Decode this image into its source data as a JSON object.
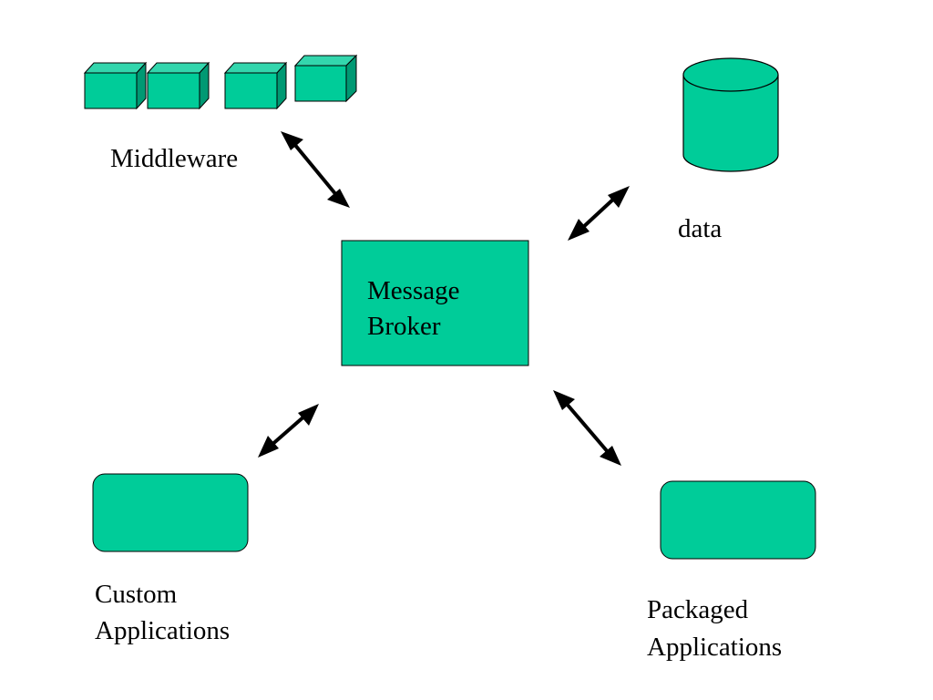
{
  "colors": {
    "fill": "#00cc99",
    "fill_light": "#33d6ad",
    "fill_dark": "#009973",
    "stroke": "#000000",
    "arrow": "#000000"
  },
  "nodes": {
    "broker": {
      "label_line1": "Message",
      "label_line2": "Broker"
    },
    "middleware": {
      "label": "Middleware",
      "icon": "cubes-icon"
    },
    "data": {
      "label": "data",
      "icon": "database-cylinder-icon"
    },
    "custom": {
      "label_line1": "Custom",
      "label_line2": "Applications"
    },
    "packaged": {
      "label_line1": "Packaged",
      "label_line2": "Applications"
    }
  },
  "edges": [
    {
      "from": "middleware",
      "to": "broker",
      "direction": "bidirectional"
    },
    {
      "from": "data",
      "to": "broker",
      "direction": "bidirectional"
    },
    {
      "from": "custom",
      "to": "broker",
      "direction": "bidirectional"
    },
    {
      "from": "packaged",
      "to": "broker",
      "direction": "bidirectional"
    }
  ]
}
